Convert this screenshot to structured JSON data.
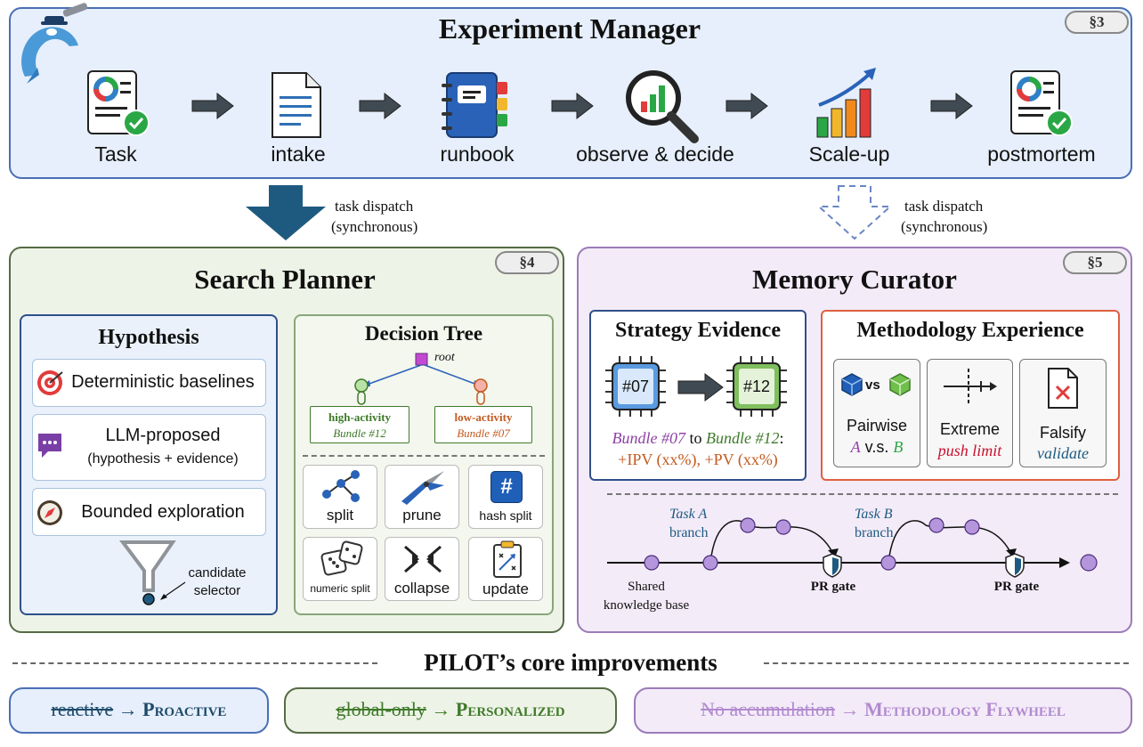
{
  "experiment_manager": {
    "title": "Experiment Manager",
    "section": "§3",
    "steps": [
      "Task",
      "intake",
      "runbook",
      "observe & decide",
      "Scale-up",
      "postmortem"
    ]
  },
  "dispatch_left": {
    "line1": "task dispatch",
    "line2": "(synchronous)"
  },
  "dispatch_right": {
    "line1": "task dispatch",
    "line2": "(synchronous)"
  },
  "search_planner": {
    "title": "Search Planner",
    "section": "§4",
    "hypothesis": {
      "title": "Hypothesis",
      "items": [
        "Deterministic baselines",
        "LLM-proposed",
        "Bounded exploration"
      ],
      "llm_sub": "(hypothesis + evidence)",
      "selector_line1": "candidate",
      "selector_line2": "selector"
    },
    "decision_tree": {
      "title": "Decision Tree",
      "root": "root",
      "left_label": "high-activity",
      "left_bundle": "Bundle #12",
      "right_label": "low-activity",
      "right_bundle": "Bundle #07",
      "tools": [
        "split",
        "prune",
        "hash split",
        "numeric split",
        "collapse",
        "update"
      ],
      "hash_glyph": "#"
    }
  },
  "memory_curator": {
    "title": "Memory Curator",
    "section": "§5",
    "strategy": {
      "title": "Strategy Evidence",
      "chip_a": "#07",
      "chip_b": "#12",
      "from": "Bundle #07",
      "to_word": "to",
      "to": "Bundle #12",
      "colon": ":",
      "gains": "+IPV (xx%), +PV (xx%)"
    },
    "methodology": {
      "title": "Methodology Experience",
      "pairwise": "Pairwise",
      "a": "A",
      "vs_text": "v.s.",
      "b": "B",
      "vs_icon": "vs",
      "extreme": "Extreme",
      "push_limit": "push limit",
      "falsify": "Falsify",
      "validate": "validate"
    },
    "flow": {
      "task_a": "Task A",
      "task_b": "Task B",
      "branch": "branch",
      "shared_1": "Shared",
      "shared_2": "knowledge base",
      "pr_gate": "PR gate"
    }
  },
  "core": {
    "title": "PILOT’s core improvements",
    "items": [
      {
        "old": "reactive",
        "arrow": "→",
        "new": "Proactive"
      },
      {
        "old": "global-only",
        "arrow": "→",
        "new": "Personalized"
      },
      {
        "old": "No accumulation",
        "arrow": "→",
        "new": "Methodology Flywheel"
      }
    ]
  },
  "colors": {
    "em_bg": "#e6effb",
    "em_border": "#4a6fb5",
    "sp_bg": "#eef3e7",
    "sp_border": "#556b45",
    "mc_bg": "#f3ebf8",
    "mc_border": "#9b7bb8",
    "dark_blue": "#1e5a80",
    "green": "#3e7a2a",
    "orange": "#c25a1f",
    "purple": "#8e5bb0"
  }
}
